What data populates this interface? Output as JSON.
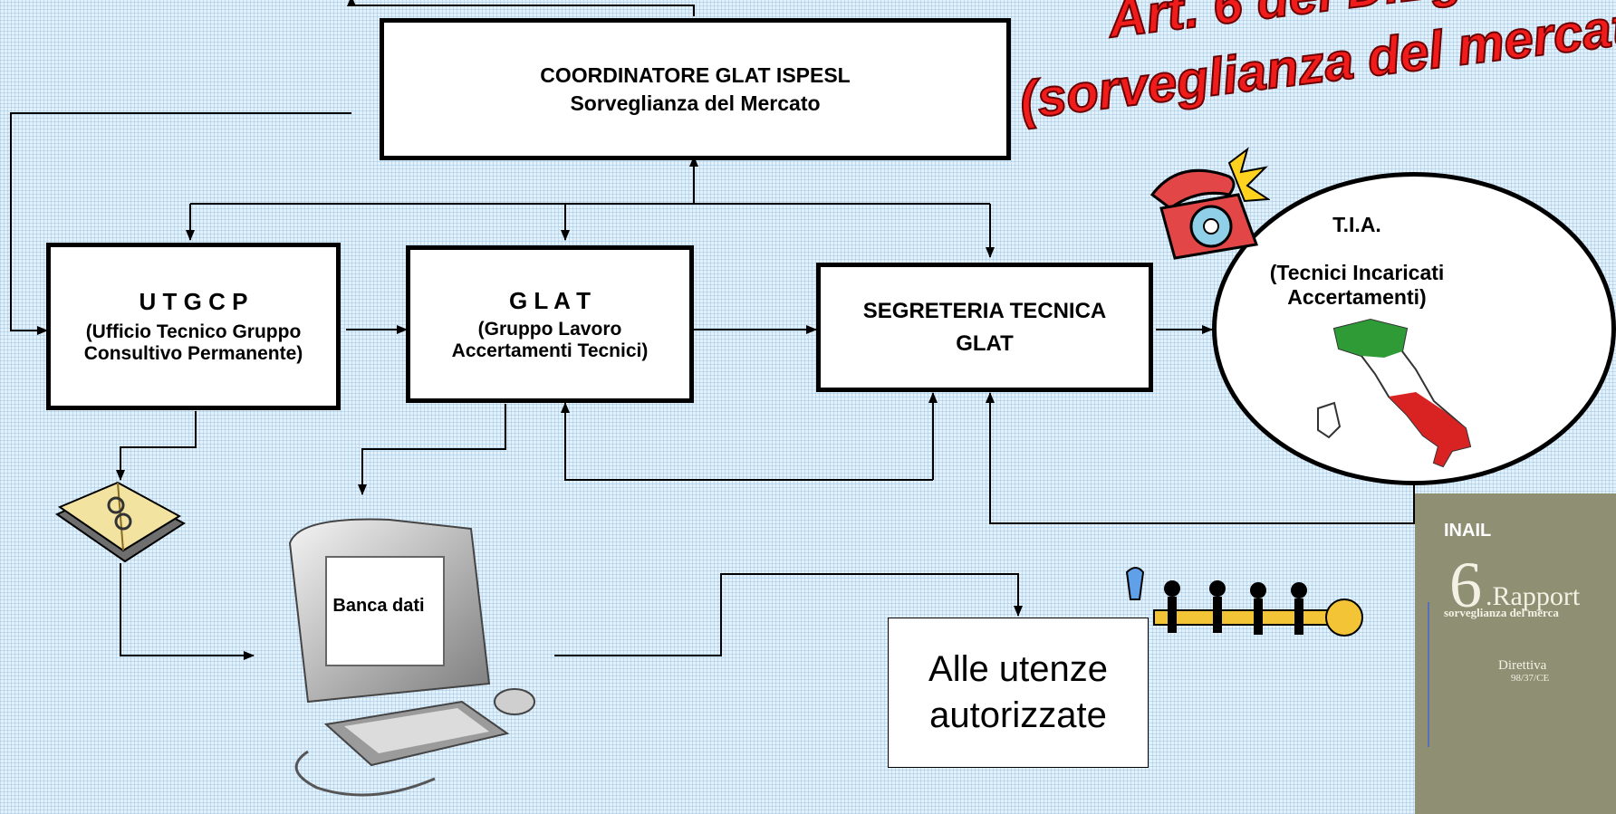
{
  "headline": {
    "line1": "Art. 6 del D.Lg",
    "line2": "(sorveglianza del mercat"
  },
  "coordinatore": {
    "line1": "COORDINATORE GLAT ISPESL",
    "line2": "Sorveglianza del Mercato"
  },
  "utgcp": {
    "line1": "U T G C P",
    "line2": "(Ufficio Tecnico Gruppo",
    "line3": "Consultivo Permanente)"
  },
  "glat": {
    "line1": "G L A T",
    "line2": "(Gruppo Lavoro",
    "line3": "Accertamenti Tecnici)"
  },
  "segreteria": {
    "line1": "SEGRETERIA TECNICA",
    "line2": "GLAT"
  },
  "tia": {
    "line1": "T.I.A.",
    "line2": "(Tecnici Incaricati",
    "line3": "Accertamenti)"
  },
  "banca_dati": "Banca dati",
  "utenze": {
    "line1": "Alle utenze",
    "line2": "autorizzate"
  },
  "book": {
    "publisher": "INAIL",
    "number": "6",
    "title": ".Rapport",
    "subtitle": "sorveglianza del merca",
    "directive": "Direttiva",
    "directive_code": "98/37/CE"
  },
  "colors": {
    "arrow": "#000000",
    "headline": "#f01c1c",
    "background": "#e3f1fd",
    "book_cover": "#8f8f74"
  }
}
